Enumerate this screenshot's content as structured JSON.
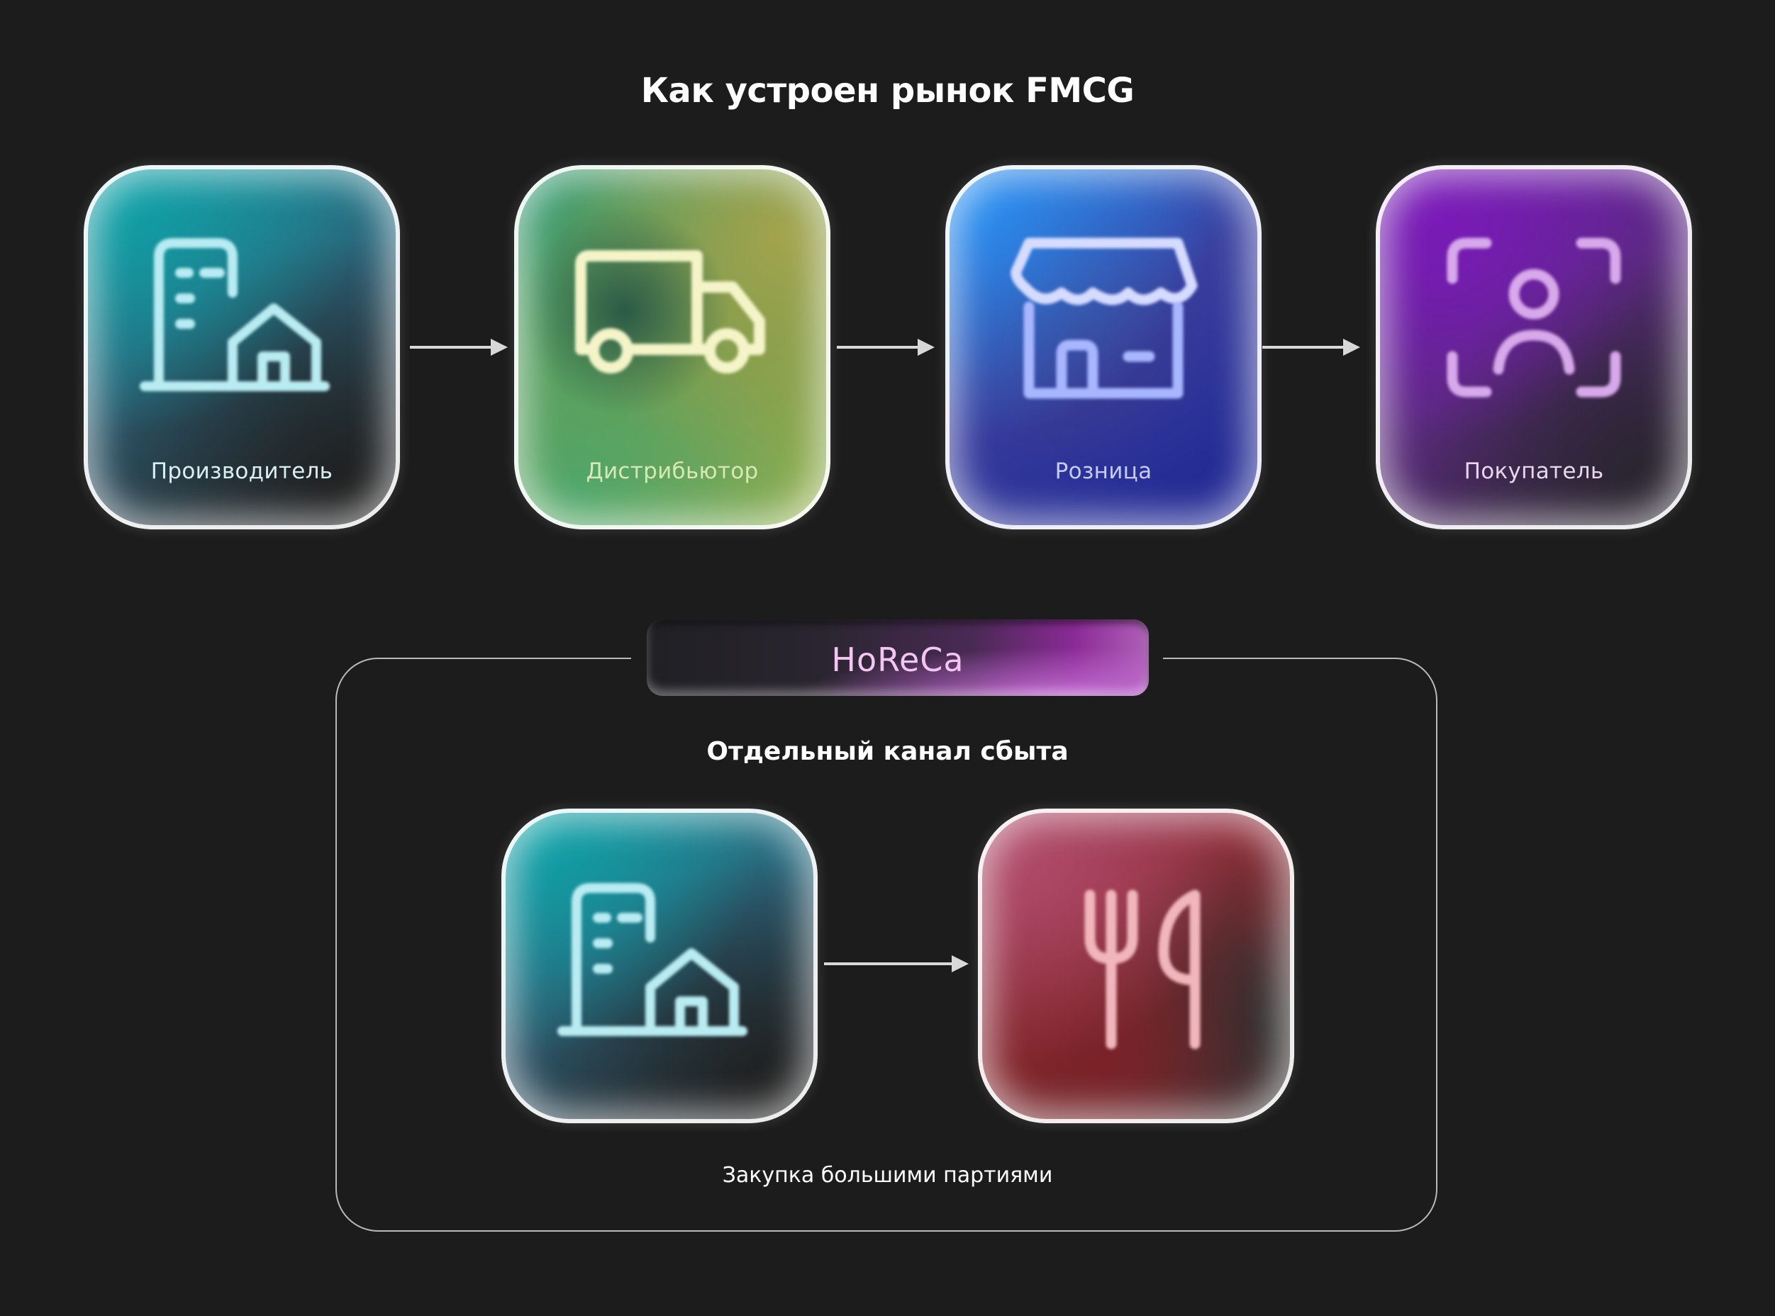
{
  "title": "Как устроен рынок FMCG",
  "chain": [
    {
      "label": "Производитель",
      "icon": "factory-icon",
      "label_color": "#d8eef3"
    },
    {
      "label": "Дистрибьютор",
      "icon": "truck-icon",
      "label_color": "#d6e8b6"
    },
    {
      "label": "Розница",
      "icon": "storefront-icon",
      "label_color": "#c8cbff"
    },
    {
      "label": "Покупатель",
      "icon": "face-scan-icon",
      "label_color": "#e7d6ee"
    }
  ],
  "horeca": {
    "badge": "HoReCa",
    "subtitle": "Отдельный канал сбыта",
    "caption": "Закупка большими партиями",
    "nodes": [
      {
        "icon": "factory-icon"
      },
      {
        "icon": "fork-knife-icon"
      }
    ]
  },
  "colors": {
    "background": "#1c1c1c",
    "producer": "#1f8f9e",
    "distributor": "#6f9a4c",
    "retail": "#2b3fb0",
    "buyer": "#6a1fa8",
    "horeca": "#8a2a30"
  }
}
